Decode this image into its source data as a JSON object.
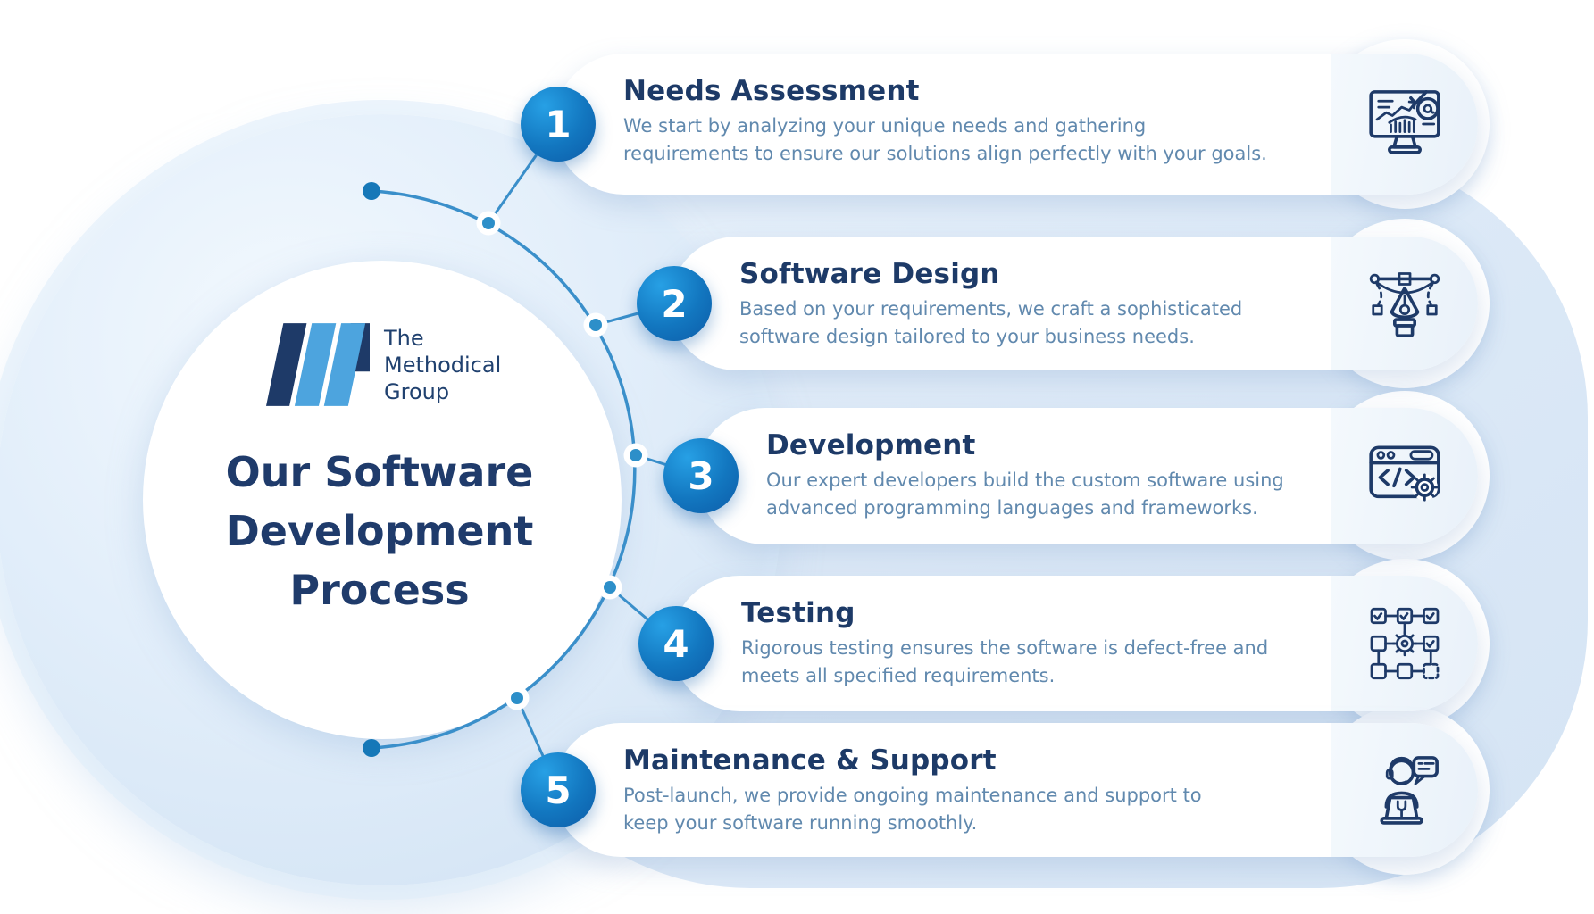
{
  "title": {
    "line1": "Our Software",
    "line2": "Development",
    "line3": "Process"
  },
  "logo": {
    "line1": "The",
    "line2": "Methodical",
    "line3": "Group"
  },
  "colors": {
    "navy": "#1e3a68",
    "heading": "#1d3a67",
    "description": "#6189ae",
    "badge_gradient_light": "#27a0e5",
    "badge_gradient_dark": "#0d5ca8",
    "arc_line": "#3a8fca",
    "right_backdrop": "#dce9f7",
    "left_circle": "#d8e7f6",
    "logo_light_blue": "#4da4de"
  },
  "steps": [
    {
      "number": "1",
      "title": "Needs Assessment",
      "description_line1": "We start by analyzing your unique needs and gathering",
      "description_line2": "requirements to ensure our solutions align perfectly with your goals.",
      "icon": "monitor-analytics-icon"
    },
    {
      "number": "2",
      "title": "Software Design",
      "description_line1": "Based on your requirements, we craft a sophisticated",
      "description_line2": "software design tailored to your business needs.",
      "icon": "pen-tool-icon"
    },
    {
      "number": "3",
      "title": "Development",
      "description_line1": "Our expert developers build the custom software using",
      "description_line2": "advanced programming languages and frameworks.",
      "icon": "code-browser-icon"
    },
    {
      "number": "4",
      "title": "Testing",
      "description_line1": "Rigorous testing ensures the software is defect-free and",
      "description_line2": "meets all specified requirements.",
      "icon": "testing-flowchart-icon"
    },
    {
      "number": "5",
      "title": "Maintenance & Support",
      "description_line1": "Post-launch, we provide ongoing maintenance and support to",
      "description_line2": "keep your software running smoothly.",
      "icon": "support-agent-icon"
    }
  ]
}
